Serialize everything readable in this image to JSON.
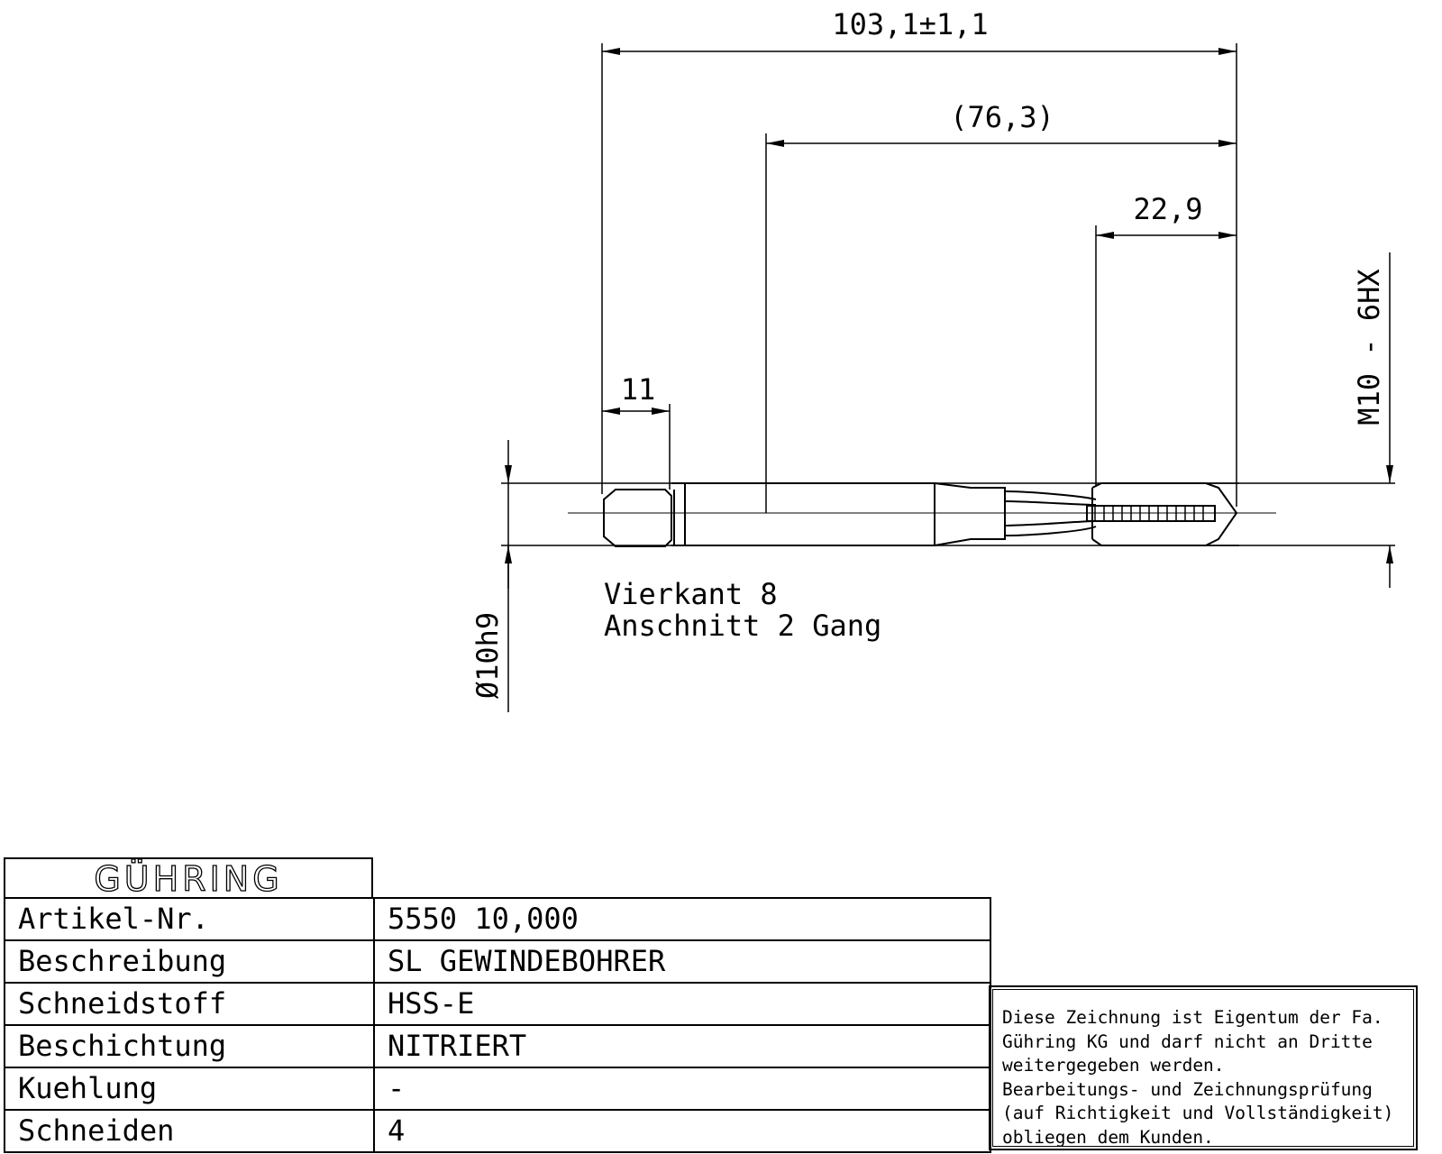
{
  "dimensions": {
    "overall_length": "103,1±1,1",
    "neck_to_tip": "(76,3)",
    "thread_length": "22,9",
    "square_length": "11",
    "thread_spec": "M10 - 6HX",
    "shank_diameter": "Ø10h9"
  },
  "notes": {
    "square": "Vierkant 8",
    "chamfer": "Anschnitt 2 Gang"
  },
  "title_block": {
    "logo": "GÜHRING",
    "rows": [
      {
        "label": "Artikel-Nr.",
        "value": "5550 10,000"
      },
      {
        "label": "Beschreibung",
        "value": "SL GEWINDEBOHRER"
      },
      {
        "label": "Schneidstoff",
        "value": "HSS-E"
      },
      {
        "label": "Beschichtung",
        "value": "NITRIERT"
      },
      {
        "label": "Kuehlung",
        "value": "-"
      },
      {
        "label": "Schneiden",
        "value": "4"
      }
    ]
  },
  "disclaimer": {
    "lines": [
      "Diese Zeichnung ist Eigentum der Fa.",
      "Gühring KG und darf nicht an Dritte",
      "weitergegeben werden.",
      "Bearbeitungs- und Zeichnungsprüfung",
      "(auf Richtigkeit und Vollständigkeit)",
      "obliegen dem Kunden."
    ]
  }
}
